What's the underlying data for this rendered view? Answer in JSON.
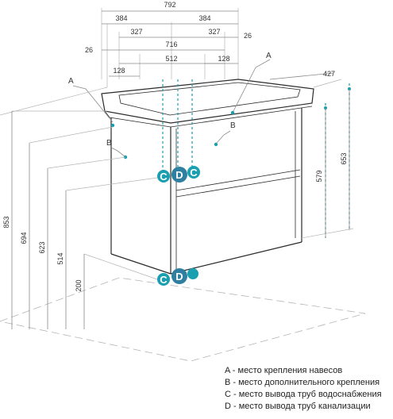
{
  "dimensions": {
    "total_width": "792",
    "half_width_left": "384",
    "half_width_right": "384",
    "inner_left": "327",
    "inner_right": "327",
    "center_716": "716",
    "side_26_left": "26",
    "side_26_right": "26",
    "center_512": "512",
    "offset_128_left": "128",
    "offset_128_right": "128",
    "depth": "427",
    "height_total": "853",
    "height_694": "694",
    "height_623": "623",
    "height_514": "514",
    "height_200": "200",
    "height_579": "579",
    "height_653": "653"
  },
  "markers": {
    "a_left": "A",
    "a_right": "A",
    "b_left": "B",
    "b_right": "B",
    "c": "C",
    "d": "D"
  },
  "legend": [
    "A - место крепления навесов",
    "B - место дополнительного крепления",
    "C - место вывода труб водоснабжения",
    "D - место вывода труб канализации"
  ],
  "colors": {
    "accent_teal": "#1a9fb0",
    "accent_blue": "#2f7fa0"
  }
}
